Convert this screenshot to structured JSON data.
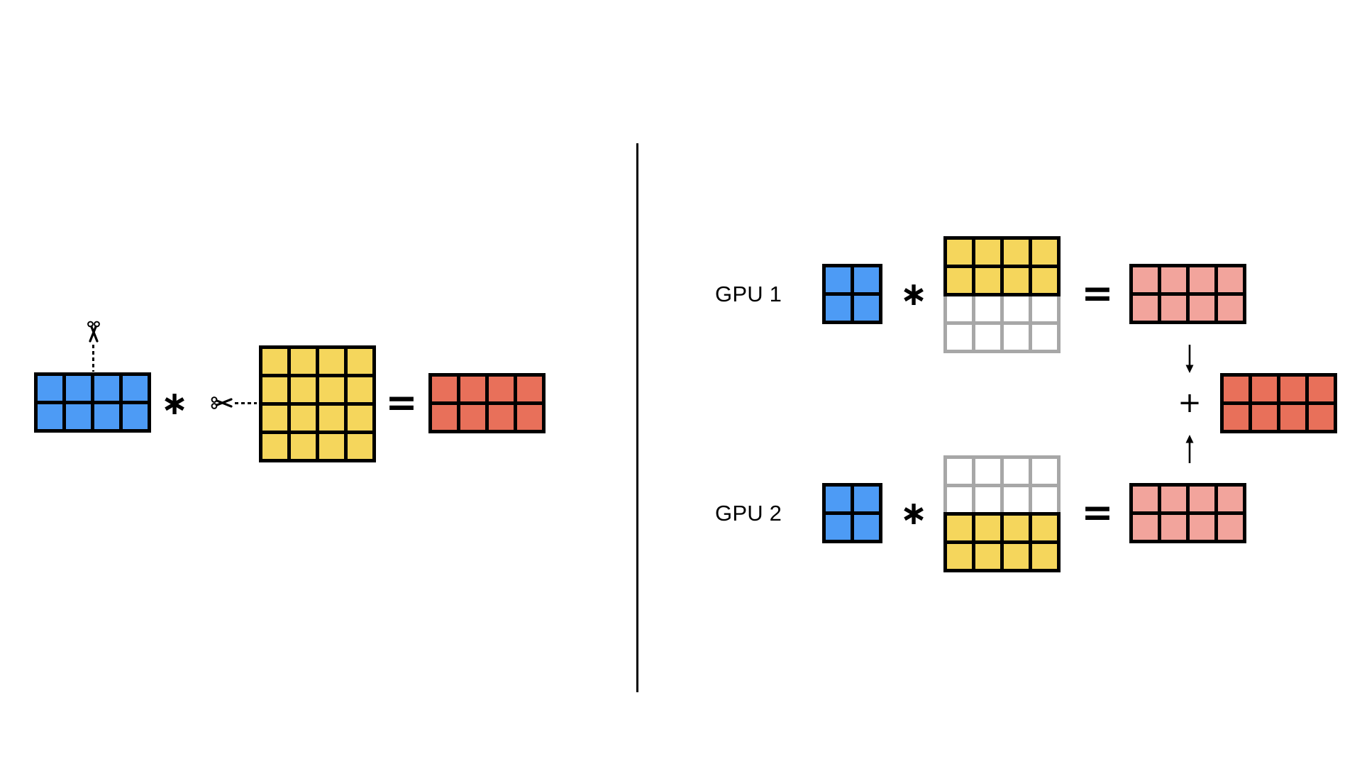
{
  "palette": {
    "blue": "#4D9BF5",
    "yellow": "#F5D65C",
    "red": "#E8705A",
    "pink": "#F2A49C",
    "white": "#FFFFFF",
    "gray": "#A7A7A7",
    "black": "#000000"
  },
  "operators": {
    "multiply": "∗",
    "equals": "=",
    "plus": "+"
  },
  "labels": {
    "gpu1": "GPU 1",
    "gpu2": "GPU 2"
  },
  "icons": {
    "scissors_down": "✂ pointing down (vertical dashed cut line into A matrix)",
    "scissors_right": "✂ pointing right (horizontal dashed cut line into B matrix)",
    "arrow_down": "↓",
    "arrow_up": "↑"
  },
  "matrices": {
    "a_full": {
      "cell": 35,
      "border": 5,
      "blocks": [
        {
          "rows": 2,
          "cols": 4,
          "fill": "blue",
          "border": "black",
          "cap_top": true,
          "cap_bottom": true
        }
      ]
    },
    "b_full": {
      "cell": 35,
      "border": 5,
      "blocks": [
        {
          "rows": 4,
          "cols": 4,
          "fill": "yellow",
          "border": "black",
          "cap_top": true,
          "cap_bottom": true
        }
      ]
    },
    "c_full": {
      "cell": 35,
      "border": 5,
      "blocks": [
        {
          "rows": 2,
          "cols": 4,
          "fill": "red",
          "border": "black",
          "cap_top": true,
          "cap_bottom": true
        }
      ]
    },
    "a_shard": {
      "cell": 35,
      "border": 5,
      "blocks": [
        {
          "rows": 2,
          "cols": 2,
          "fill": "blue",
          "border": "black",
          "cap_top": true,
          "cap_bottom": true
        }
      ]
    },
    "b_top_half": {
      "cell": 35,
      "border": 5,
      "blocks": [
        {
          "rows": 2,
          "cols": 4,
          "fill": "yellow",
          "border": "black",
          "cap_top": true,
          "cap_bottom": true
        },
        {
          "rows": 2,
          "cols": 4,
          "fill": "white",
          "border": "gray",
          "cap_top": false,
          "cap_bottom": true
        }
      ]
    },
    "b_bottom_half": {
      "cell": 35,
      "border": 5,
      "blocks": [
        {
          "rows": 2,
          "cols": 4,
          "fill": "white",
          "border": "gray",
          "cap_top": true,
          "cap_bottom": false
        },
        {
          "rows": 2,
          "cols": 4,
          "fill": "yellow",
          "border": "black",
          "cap_top": true,
          "cap_bottom": true
        }
      ]
    },
    "partial_result": {
      "cell": 35,
      "border": 5,
      "blocks": [
        {
          "rows": 2,
          "cols": 4,
          "fill": "pink",
          "border": "black",
          "cap_top": true,
          "cap_bottom": true
        }
      ]
    },
    "c_final": {
      "cell": 35,
      "border": 5,
      "blocks": [
        {
          "rows": 2,
          "cols": 4,
          "fill": "red",
          "border": "black",
          "cap_top": true,
          "cap_bottom": true
        }
      ]
    }
  }
}
